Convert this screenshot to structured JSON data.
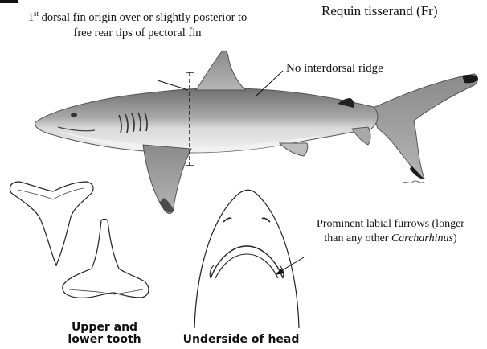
{
  "labels": {
    "common_name": "Requin tisserand (Fr)",
    "dorsal_note": {
      "ordinal": "1",
      "ordinal_suffix": "st",
      "rest": " dorsal fin origin over or slightly posterior to  free rear tips of pectoral fin"
    },
    "ridge_note": "No interdorsal ridge",
    "labial_note": {
      "line1": "Prominent labial furrows (longer",
      "line2_prefix": "than any other ",
      "line2_italic": "Carcharhinus",
      "line2_suffix": ")"
    },
    "tooth_caption": {
      "line1": "Upper and",
      "line2": "lower tooth"
    },
    "head_caption": "Underside of head"
  },
  "colors": {
    "ink": "#111111",
    "shark_body": "#9b9b9b",
    "shark_belly": "#e8e8e8",
    "fin_tip": "#1a1a1a"
  }
}
